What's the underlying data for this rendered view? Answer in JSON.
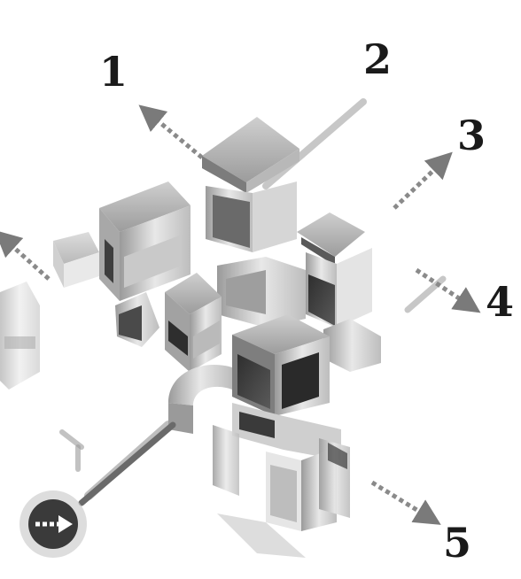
{
  "labels": {
    "n1": "1",
    "n2": "2",
    "n3": "3",
    "n4": "4",
    "n5": "5"
  },
  "icons": {
    "arrow_badge": "circle-arrow-right-icon"
  },
  "colors": {
    "background": "#ffffff",
    "ink": "#1a1a1a",
    "arrow": "#8a8a8a",
    "block_light": "#d8d8d8",
    "block_mid": "#a9a9a9",
    "block_dark": "#3a3a3a"
  }
}
